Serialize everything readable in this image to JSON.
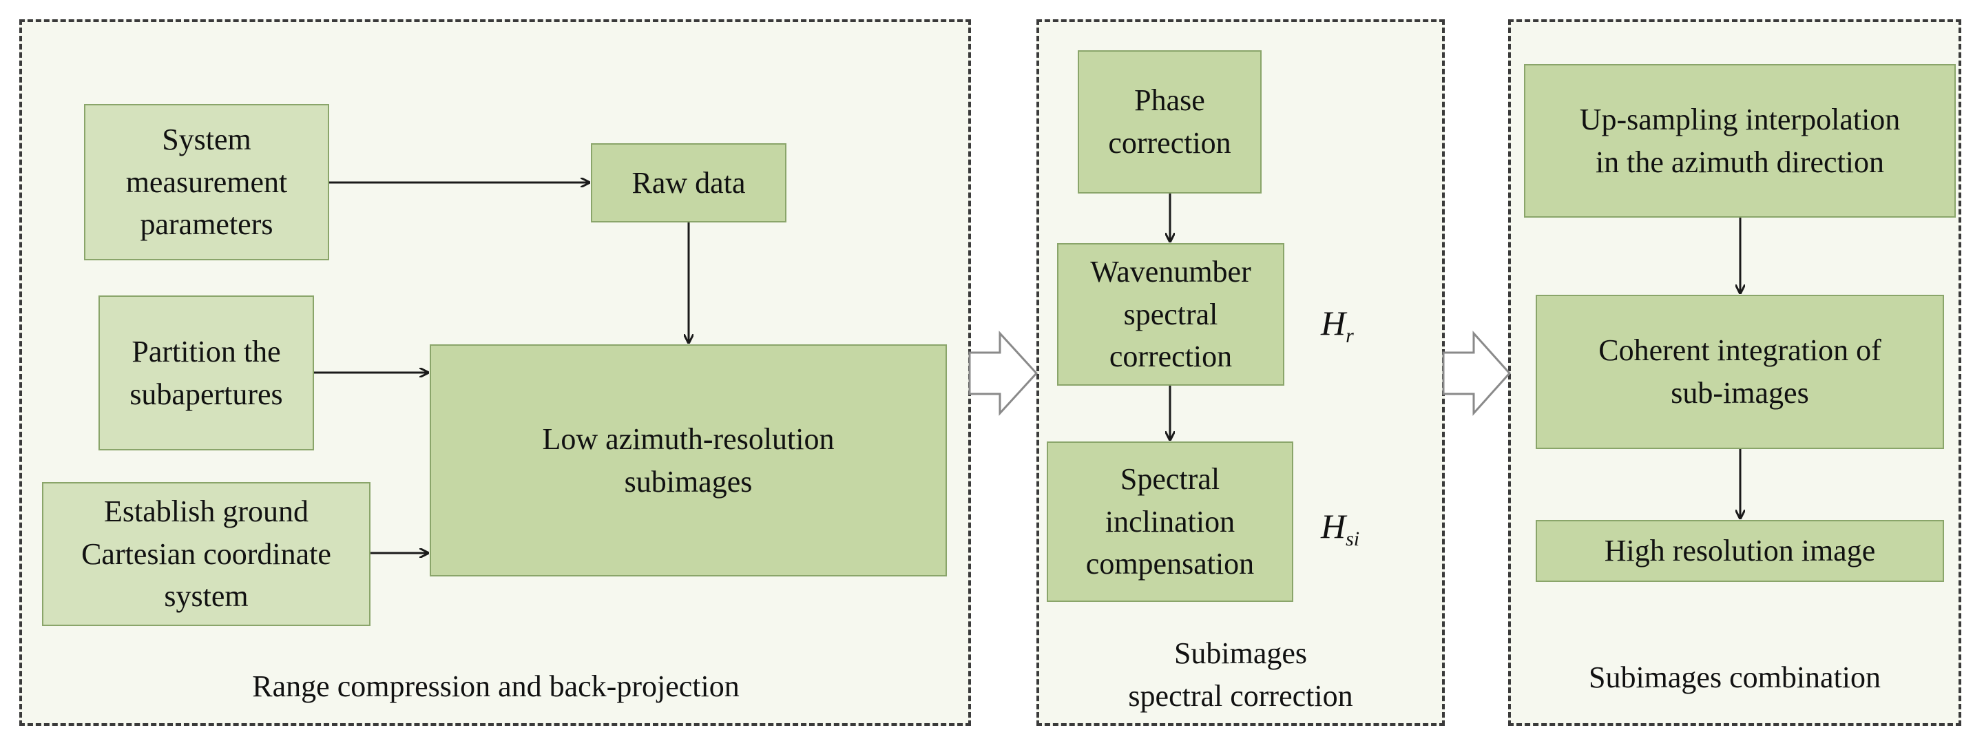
{
  "panel1": {
    "caption": "Range compression and back-projection",
    "system_params": "System\nmeasurement\nparameters",
    "raw_data": "Raw data",
    "partition": "Partition the\nsubapertures",
    "establish": "Establish ground\nCartesian coordinate\nsystem",
    "low_res": "Low azimuth-resolution\nsubimages"
  },
  "panel2": {
    "caption": "Subimages\nspectral correction",
    "phase": "Phase\ncorrection",
    "wavenumber": "Wavenumber\nspectral\ncorrection",
    "spectral_incl": "Spectral\ninclination\ncompensation",
    "h_r_base": "H",
    "h_r_sub": "r",
    "h_si_base": "H",
    "h_si_sub": "si"
  },
  "panel3": {
    "caption": "Subimages combination",
    "upsampling": "Up-sampling interpolation\nin the azimuth direction",
    "coherent": "Coherent integration of\nsub-images",
    "high_res": "High resolution image"
  },
  "colors": {
    "box_fill": "#d5e2bd",
    "box_fill_dark": "#c5d7a4",
    "box_border": "#8aa56a",
    "panel_bg": "#f6f8ef"
  }
}
